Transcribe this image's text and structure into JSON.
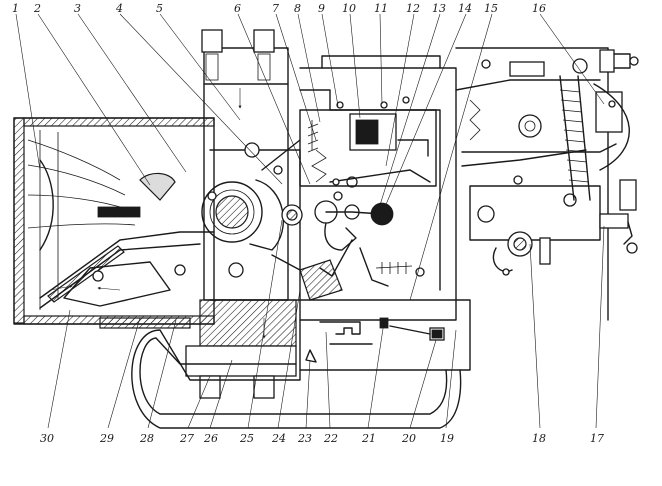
{
  "callouts": {
    "top": [
      "1",
      "2",
      "3",
      "4",
      "5",
      "6",
      "7",
      "8",
      "9",
      "10",
      "11",
      "12",
      "13",
      "14",
      "15",
      "16"
    ],
    "bottom": [
      "30",
      "29",
      "28",
      "27",
      "26",
      "25",
      "24",
      "23",
      "22",
      "21",
      "20",
      "19",
      "18",
      "17"
    ]
  },
  "colors": {
    "ink": "#1a1a1a",
    "paper": "#ffffff",
    "shade": "#dcdcdc"
  }
}
